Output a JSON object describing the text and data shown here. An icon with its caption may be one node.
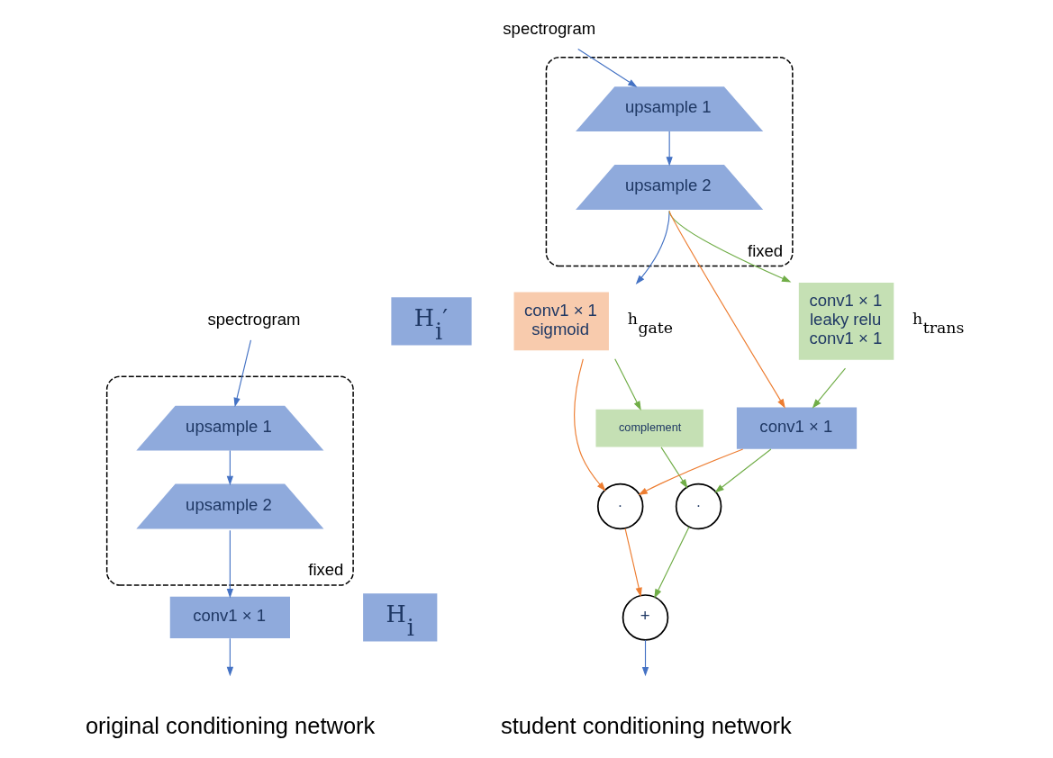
{
  "diagram": {
    "nodes": [
      {
        "text": [
          "H$_{i}$"
        ]
      },
      {
        "text": [
          "spectrogram"
        ]
      },
      {
        "text": [
          "fixed"
        ]
      },
      {
        "text": [
          "upsample 1"
        ],
        "in": 2
      },
      {
        "text": [
          "upsample 2"
        ],
        "in": 2
      },
      {
        "text": [
          "conv1 × 1"
        ]
      },
      {
        "text": [
          "H$_{i}$′"
        ]
      },
      {
        "text": [
          "spectrogram"
        ]
      },
      {
        "text": [
          "fixed"
        ]
      },
      {
        "text": [
          "upsample 1"
        ],
        "in": 8
      },
      {
        "text": [
          "upsample 2"
        ],
        "in": 8
      },
      {
        "text": [
          "conv1 × 1",
          "sigmoid"
        ],
        "beside": [
          "h$_{gate}$"
        ]
      },
      {
        "text": [
          "conv1 × 1",
          "leaky relu",
          "conv1 × 1"
        ],
        "beside": [
          "h$_{trans}$"
        ]
      },
      {
        "text": [
          "complement"
        ]
      },
      {
        "text": [
          "conv1 × 1"
        ]
      },
      {
        "text": [
          "·"
        ]
      },
      {
        "text": [
          "·"
        ]
      },
      {
        "text": [
          "+"
        ]
      }
    ],
    "edges": [
      {
        "from": 1,
        "to": 3,
        "arrow": "to"
      },
      {
        "from": 3,
        "to": 4,
        "arrow": "to"
      },
      {
        "from": 4,
        "to": 5,
        "arrow": "to"
      },
      {
        "from": 5,
        "to": null,
        "arrow": "to"
      },
      {
        "from": 7,
        "to": 9,
        "arrow": "to"
      },
      {
        "from": 9,
        "to": 10,
        "arrow": "to"
      },
      {
        "from": 10,
        "to": 11,
        "arrow": "to"
      },
      {
        "from": 10,
        "to": 14,
        "arrow": "to",
        "color": "#ed7d31"
      },
      {
        "from": 10,
        "to": 12,
        "arrow": "to",
        "color": "#70ad47"
      },
      {
        "from": 11,
        "to": 13,
        "arrow": "to",
        "color": "#70ad47"
      },
      {
        "from": 11,
        "to": 15,
        "arrow": "to",
        "color": "#ed7d31"
      },
      {
        "from": 12,
        "to": 14,
        "arrow": "to",
        "color": "#70ad47"
      },
      {
        "from": 13,
        "to": 16,
        "arrow": "to",
        "color": "#70ad47"
      },
      {
        "from": 14,
        "to": 15,
        "arrow": "to",
        "color": "#ed7d31"
      },
      {
        "from": 14,
        "to": 16,
        "arrow": "to",
        "color": "#70ad47"
      },
      {
        "from": 15,
        "to": 17,
        "arrow": "to",
        "color": "#ed7d31"
      },
      {
        "from": 16,
        "to": 17,
        "arrow": "to",
        "color": "#70ad47"
      },
      {
        "from": 17,
        "to": null,
        "arrow": "to"
      }
    ],
    "labels": [
      "original conditioning network",
      "student conditioning network"
    ]
  }
}
